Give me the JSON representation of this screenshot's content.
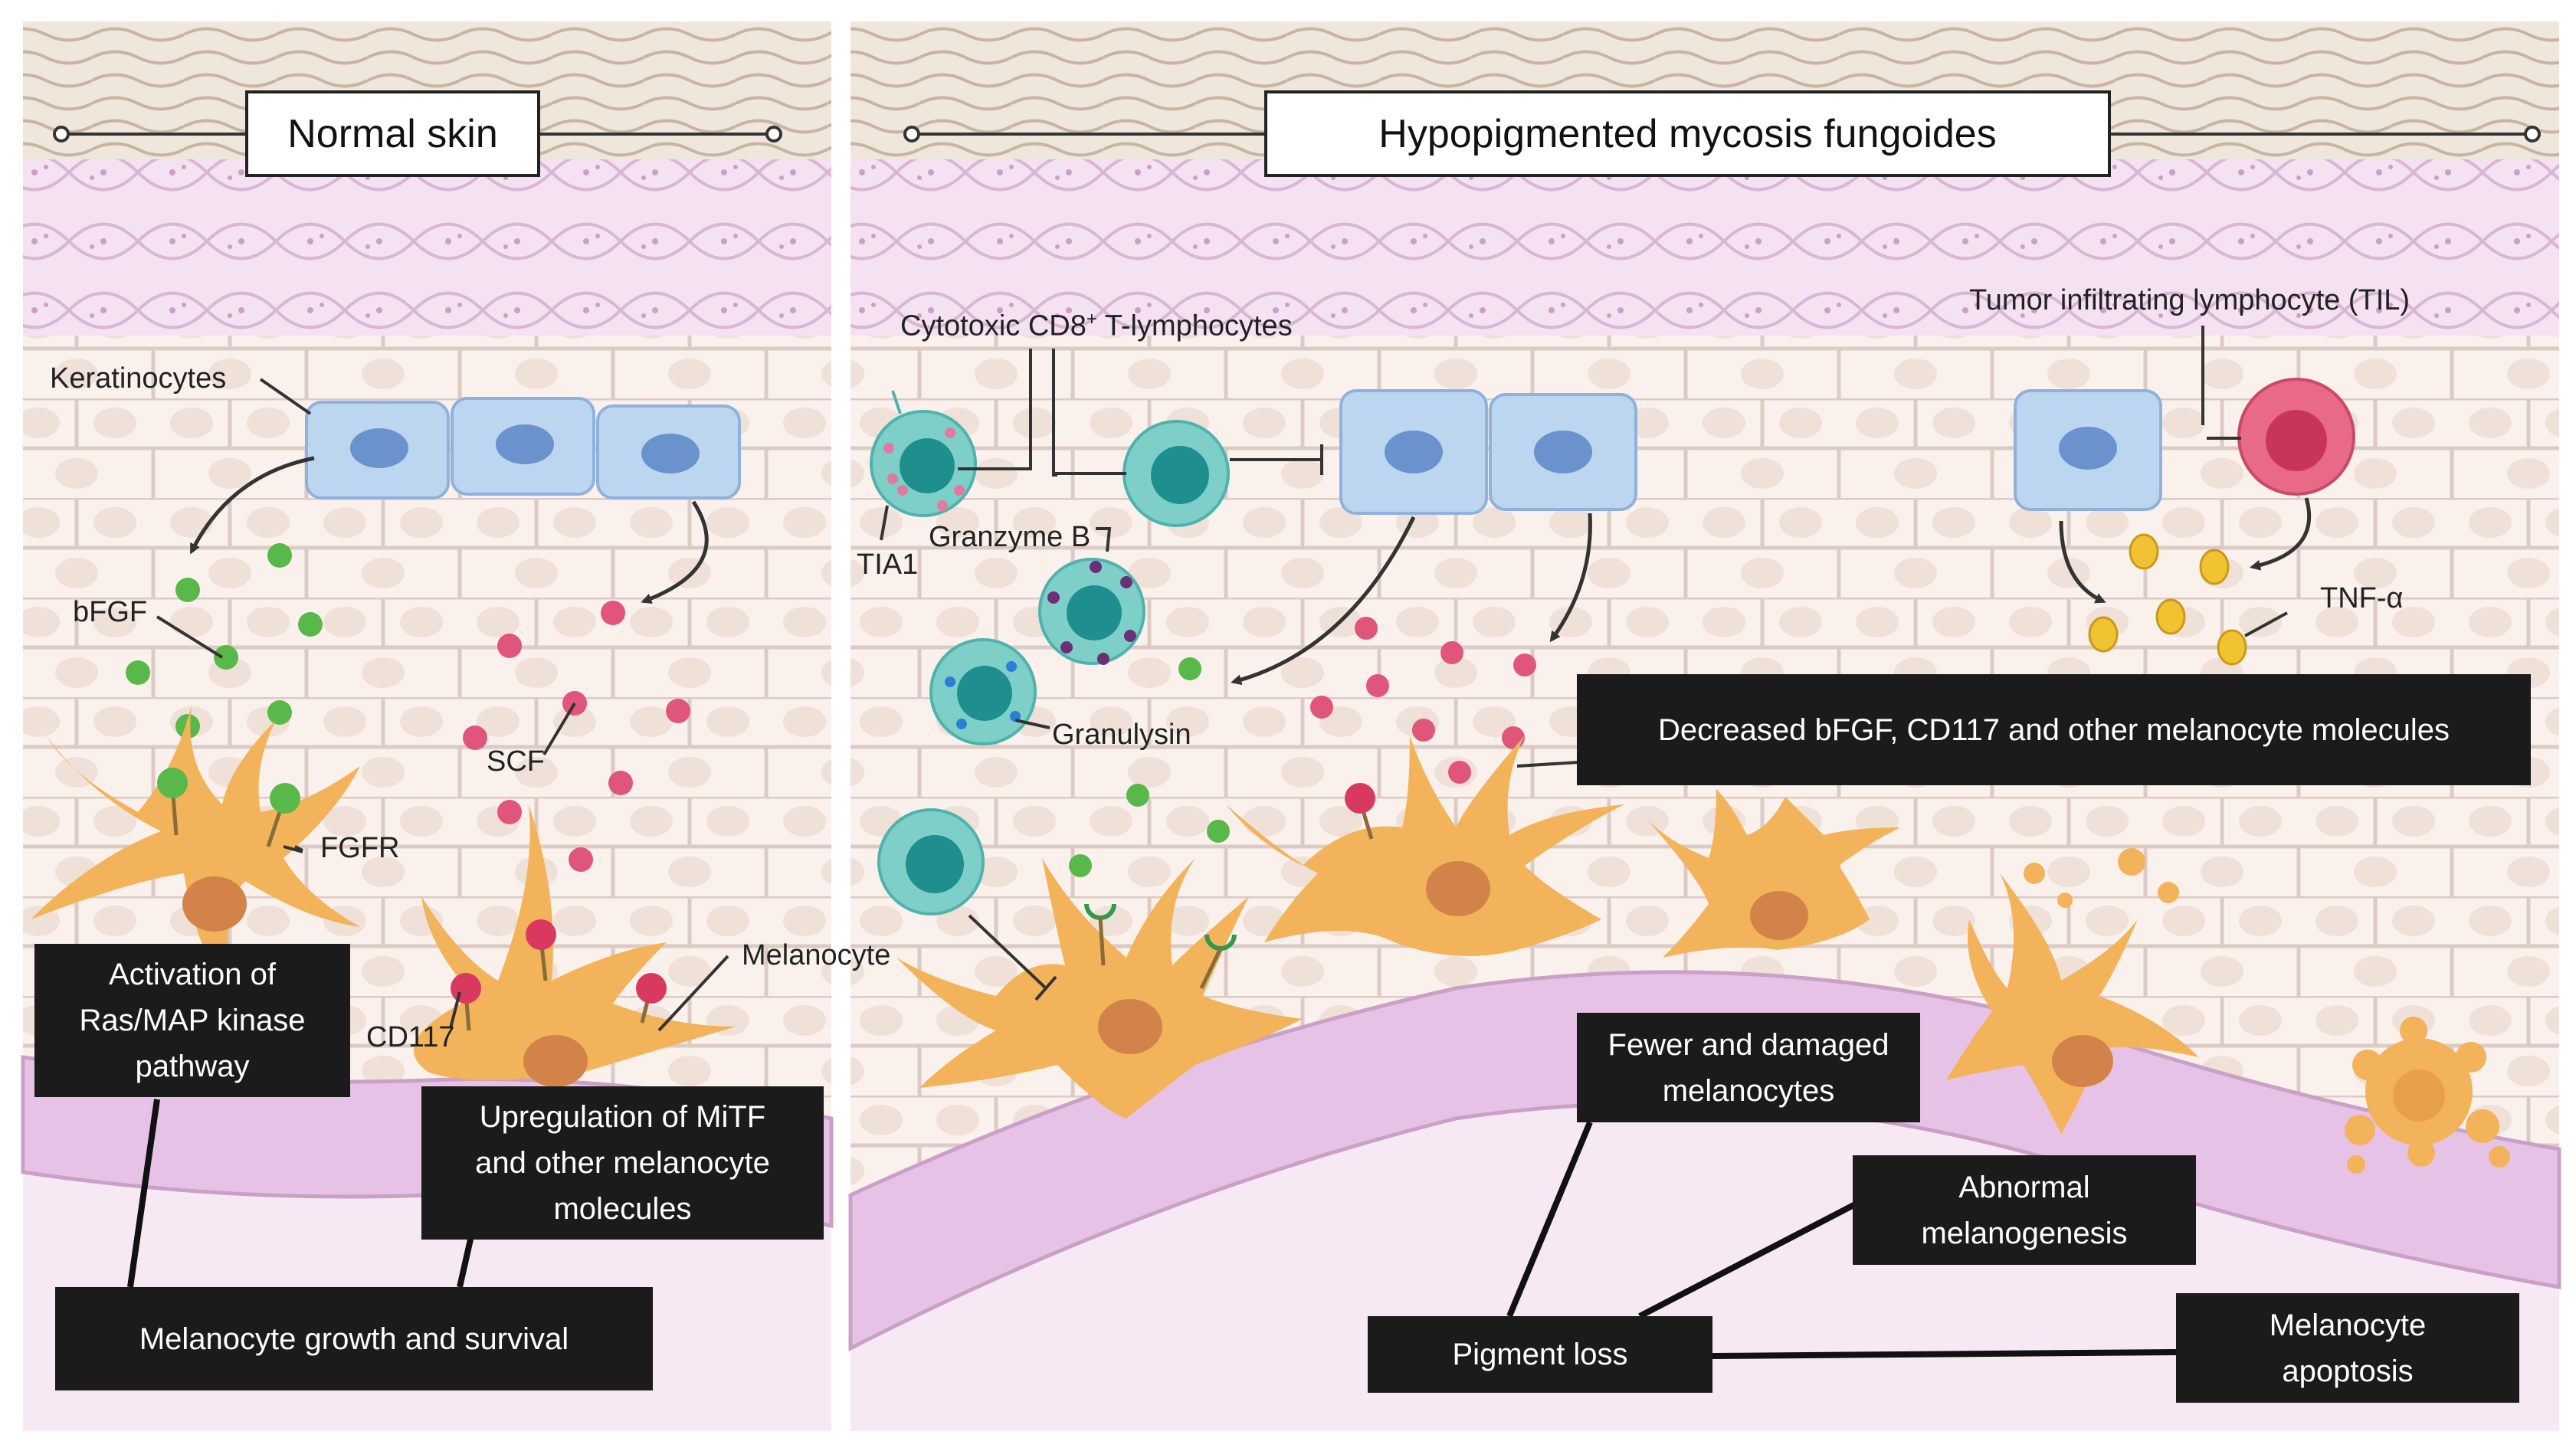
{
  "panels": {
    "left": {
      "title": "Normal skin"
    },
    "right": {
      "title": "Hypopigmented mycosis fungoides"
    }
  },
  "labels": {
    "keratinocytes": "Keratinocytes",
    "bfgf": "bFGF",
    "scf": "SCF",
    "fgfr": "FGFR",
    "cd117": "CD117",
    "melanocyte": "Melanocyte",
    "cytotoxic_main": "Cytotoxic CD8",
    "cytotoxic_sup": "+",
    "cytotoxic_tail": " T-lymphocytes",
    "tia1": "TIA1",
    "granzyme": "Granzyme B",
    "granulysin": "Granulysin",
    "til": "Tumor infiltrating lymphocyte (TIL)",
    "tnf": "TNF-α"
  },
  "notes": {
    "ras": "Activation of\nRas/MAP kinase\npathway",
    "mitf": "Upregulation of MiTF\nand other melanocyte\nmolecules",
    "growth": "Melanocyte growth and survival",
    "decreased": "Decreased bFGF, CD117 and other melanocyte molecules",
    "fewer": "Fewer and damaged\nmelanocytes",
    "abnormal": "Abnormal\nmelanogenesis",
    "pigment": "Pigment loss",
    "apoptosis": "Melanocyte\napoptosis"
  },
  "colors": {
    "stratum_corneum": "#efe6dc",
    "corneum_line": "#c9b3a2",
    "granular": "#f3dff0",
    "spinous": "#fbf1ec",
    "cell_border": "#d9c8c2",
    "basal": "#e6c3e6",
    "keratinocyte": "#bcd6f0",
    "keratinocyte_nucleus": "#6a92cc",
    "melanocyte": "#f2b35a",
    "melanocyte_nucleus": "#d2834a",
    "bfgf_dot": "#58b84a",
    "scf_dot": "#e0557a",
    "t_cell": "#7fcfc9",
    "t_cell_nucleus": "#1e8f8e",
    "til": "#e86a86",
    "tnf": "#f1c232",
    "note_bg": "#1b1b1b"
  }
}
